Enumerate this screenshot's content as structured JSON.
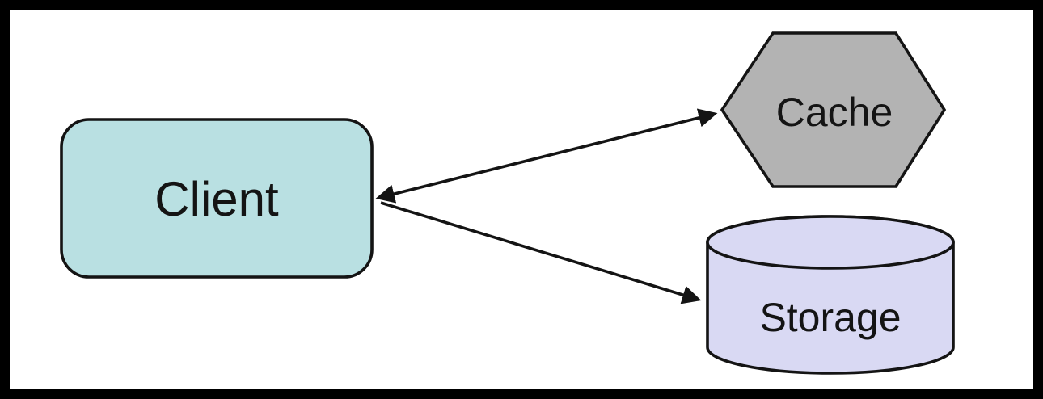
{
  "diagram": {
    "description": "client-cache-storage-architecture-diagram",
    "background_color": "#ffffff",
    "frame_color": "#000000",
    "line_color": "#141414",
    "nodes": {
      "client": {
        "label": "Client",
        "shape": "rounded-rectangle",
        "fill": "#b9e0e2"
      },
      "cache": {
        "label": "Cache",
        "shape": "hexagon",
        "fill": "#b3b3b3"
      },
      "storage": {
        "label": "Storage",
        "shape": "cylinder",
        "fill": "#d9d9f3"
      }
    },
    "edges": [
      {
        "from": "client",
        "to": "cache",
        "direction": "bidirectional"
      },
      {
        "from": "client",
        "to": "storage",
        "direction": "bidirectional"
      }
    ]
  }
}
